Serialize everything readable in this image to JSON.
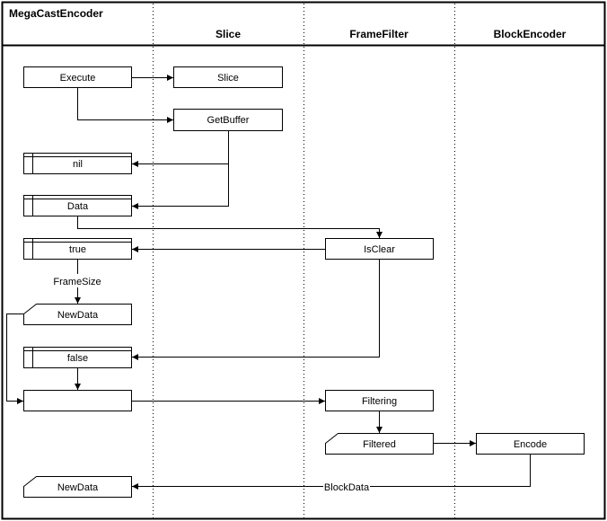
{
  "lanes": {
    "megacast": "MegaCastEncoder",
    "slice": "Slice",
    "framefilter": "FrameFilter",
    "blockencoder": "BlockEncoder"
  },
  "nodes": {
    "execute": "Execute",
    "slice": "Slice",
    "getbuffer": "GetBuffer",
    "nil": "nil",
    "data": "Data",
    "true": "true",
    "isclear": "IsClear",
    "newdata1": "NewData",
    "false": "false",
    "merge": "",
    "filtering": "Filtering",
    "filtered": "Filtered",
    "encode": "Encode",
    "newdata2": "NewData"
  },
  "edges": {
    "framesize": "FrameSize",
    "blockdata": "BlockData"
  }
}
